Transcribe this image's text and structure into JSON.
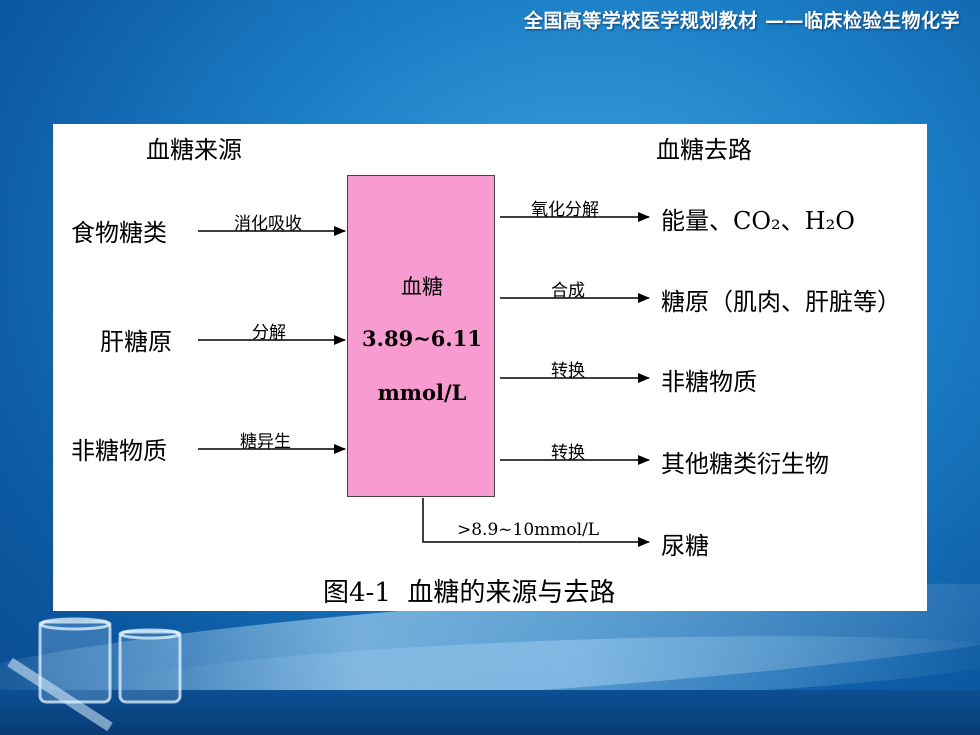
{
  "header": {
    "title": "全国高等学校医学规划教材 ——临床检验生物化学"
  },
  "diagram": {
    "sources_heading": "血糖来源",
    "destinations_heading": "血糖去路",
    "sources": [
      {
        "label": "食物糖类",
        "process": "消化吸收"
      },
      {
        "label": "肝糖原",
        "process": "分解"
      },
      {
        "label": "非糖物质",
        "process": "糖异生"
      }
    ],
    "center": {
      "title": "血糖",
      "range": "3.89~6.11",
      "unit": "mmol/L"
    },
    "destinations": [
      {
        "label": "能量、CO₂、H₂O",
        "process": "氧化分解"
      },
      {
        "label": "糖原（肌肉、肝脏等）",
        "process": "合成"
      },
      {
        "label": "非糖物质",
        "process": "转换"
      },
      {
        "label": "其他糖类衍生物",
        "process": "转换"
      }
    ],
    "threshold": {
      "label": ">8.9~10mmol/L",
      "result": "尿糖"
    },
    "caption": "图4-1  血糖的来源与去路"
  },
  "colors": {
    "center_box": "#f79bd0",
    "background": "#1b7fc6",
    "header_text": "#ffffff"
  }
}
